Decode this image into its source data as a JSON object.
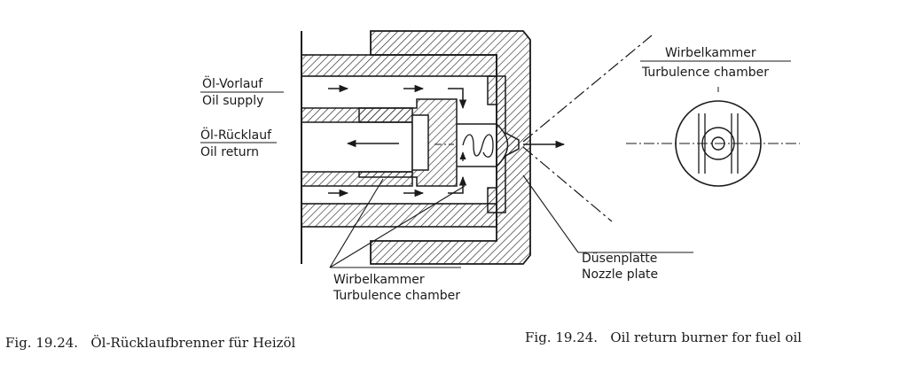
{
  "labels": {
    "oil_supply_de": "Öl-Vorlauf",
    "oil_supply_en": "Oil supply",
    "oil_return_de": "Öl-Rücklauf",
    "oil_return_en": "Oil return",
    "turbulence_chamber_de_bottom": "Wirbelkammer",
    "turbulence_chamber_en_bottom": "Turbulence chamber",
    "nozzle_plate_de": "Düsenplatte",
    "nozzle_plate_en": "Nozzle plate",
    "turbulence_chamber_de_right": "Wirbelkammer",
    "turbulence_chamber_en_right": "Turbulence chamber"
  },
  "captions": {
    "german": "Fig. 19.24.   Öl-Rücklaufbrenner für Heizöl",
    "english": "Fig. 19.24.   Oil return burner for fuel oil"
  },
  "colors": {
    "ink": "#1a1a1a",
    "paper": "#ffffff"
  }
}
